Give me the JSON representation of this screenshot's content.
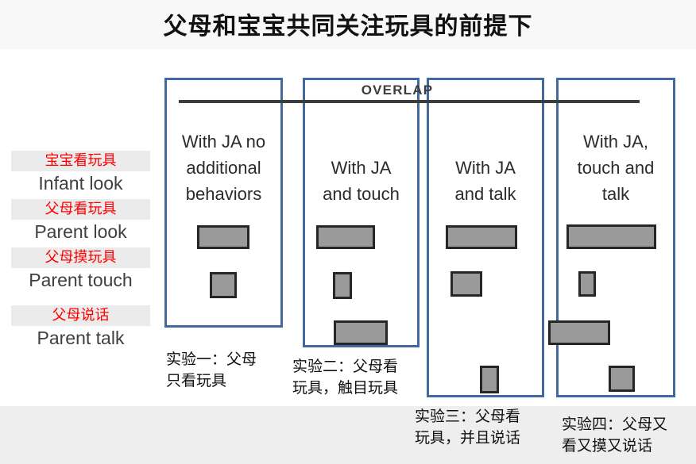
{
  "slide": {
    "title": "父母和宝宝共同关注玩具的前提下",
    "overlap_label": "OVERLAP",
    "accent_blue": "#41699e",
    "bar_fill": "#9a9a9a",
    "bar_stroke": "#262626",
    "legend_highlight": "#ebebeb",
    "legend_cn_color": "#ff0000",
    "legend_en_color": "#3f3f3f"
  },
  "legend": {
    "items": [
      {
        "cn": "宝宝看玩具",
        "en": "Infant look"
      },
      {
        "cn": "父母看玩具",
        "en": "Parent look"
      },
      {
        "cn": "父母摸玩具",
        "en": "Parent touch"
      },
      {
        "cn": "父母说话",
        "en": "Parent talk"
      }
    ]
  },
  "conditions": [
    {
      "id": "condition-1",
      "heading": "With JA no\nadditional\nbehaviors",
      "caption": "实验一：父母\n只看玩具",
      "bars": [
        {
          "behavior": "Infant look"
        },
        {
          "behavior": "Parent look"
        }
      ]
    },
    {
      "id": "condition-2",
      "heading": "With JA\nand touch",
      "caption": "实验二：父母看\n玩具，触目玩具",
      "bars": [
        {
          "behavior": "Infant look"
        },
        {
          "behavior": "Parent look"
        },
        {
          "behavior": "Parent touch"
        }
      ]
    },
    {
      "id": "condition-3",
      "heading": "With JA\nand talk",
      "caption": "实验三：父母看\n玩具，并且说话",
      "bars": [
        {
          "behavior": "Infant look"
        },
        {
          "behavior": "Parent look"
        },
        {
          "behavior": "Parent talk"
        }
      ]
    },
    {
      "id": "condition-4",
      "heading": "With JA,\ntouch and\ntalk",
      "caption": "实验四：父母又\n看又摸又说话",
      "bars": [
        {
          "behavior": "Infant look"
        },
        {
          "behavior": "Parent look"
        },
        {
          "behavior": "Parent touch"
        },
        {
          "behavior": "Parent talk"
        }
      ]
    }
  ]
}
